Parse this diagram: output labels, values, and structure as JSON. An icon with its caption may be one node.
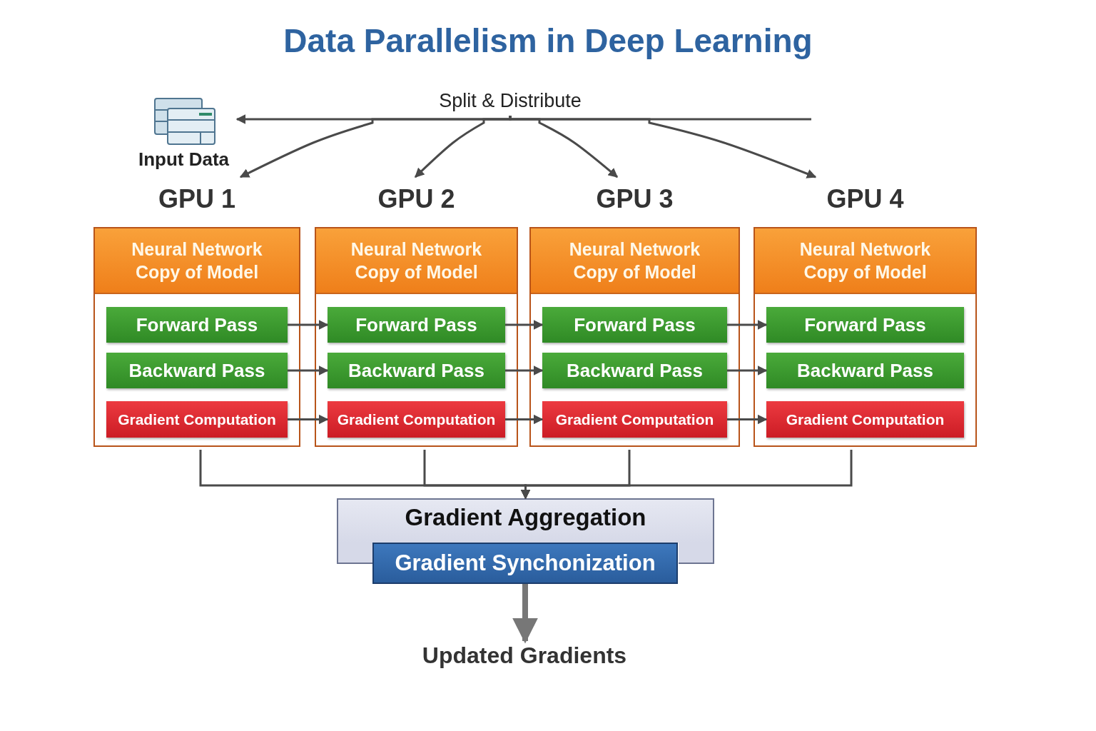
{
  "diagram": {
    "title": "Data Parallelism in Deep Learning",
    "nodes": [
      {
        "text": [
          "Input Data"
        ]
      },
      {
        "text": [
          "Split & Distribute"
        ]
      },
      {
        "text": [
          "GPU 1",
          "Neural Network Copy of Model"
        ]
      },
      {
        "text": [
          "Forward Pass"
        ],
        "in": 2
      },
      {
        "text": [
          "Backward Pass"
        ],
        "in": 2
      },
      {
        "text": [
          "Gradient Computation"
        ],
        "in": 2
      },
      {
        "text": [
          "GPU 2",
          "Neural Network Copy of Model"
        ]
      },
      {
        "text": [
          "Forward Pass"
        ],
        "in": 6
      },
      {
        "text": [
          "Backward Pass"
        ],
        "in": 6
      },
      {
        "text": [
          "Gradient Computation"
        ],
        "in": 6
      },
      {
        "text": [
          "GPU 3",
          "Neural Network Copy of Model"
        ]
      },
      {
        "text": [
          "Forward Pass"
        ],
        "in": 10
      },
      {
        "text": [
          "Backward Pass"
        ],
        "in": 10
      },
      {
        "text": [
          "Gradient Computation"
        ],
        "in": 10
      },
      {
        "text": [
          "GPU 4",
          "Neural Network Copy of Model"
        ]
      },
      {
        "text": [
          "Forward Pass"
        ],
        "in": 14
      },
      {
        "text": [
          "Backward Pass"
        ],
        "in": 14
      },
      {
        "text": [
          "Gradient Computation"
        ],
        "in": 14
      },
      {
        "text": [
          "Gradient Aggregation"
        ]
      },
      {
        "text": [
          "Gradient Synchonization"
        ]
      },
      {
        "text": [
          "Updated Gradients"
        ]
      }
    ],
    "edges": [
      {
        "from": 1,
        "to": 0,
        "arrow": "to"
      },
      {
        "from": 1,
        "to": 2,
        "arrow": "to"
      },
      {
        "from": 1,
        "to": 6,
        "arrow": "to"
      },
      {
        "from": 1,
        "to": 10,
        "arrow": "to"
      },
      {
        "from": 1,
        "to": 14,
        "arrow": "to"
      },
      {
        "from": 3,
        "to": 7,
        "arrow": "to"
      },
      {
        "from": 7,
        "to": 11,
        "arrow": "to"
      },
      {
        "from": 11,
        "to": 15,
        "arrow": "to"
      },
      {
        "from": 4,
        "to": 8,
        "arrow": "to"
      },
      {
        "from": 8,
        "to": 12,
        "arrow": "to"
      },
      {
        "from": 12,
        "to": 16,
        "arrow": "to"
      },
      {
        "from": 5,
        "to": 9,
        "arrow": "to"
      },
      {
        "from": 9,
        "to": 13,
        "arrow": "to"
      },
      {
        "from": 13,
        "to": 17,
        "arrow": "to"
      },
      {
        "from": 2,
        "to": 18,
        "arrow": "to"
      },
      {
        "from": 6,
        "to": 18,
        "arrow": "to"
      },
      {
        "from": 10,
        "to": 18,
        "arrow": "to"
      },
      {
        "from": 14,
        "to": 18,
        "arrow": "to"
      },
      {
        "from": 19,
        "to": 20,
        "arrow": "to",
        "style": "thick",
        "color": "#777777"
      }
    ]
  }
}
